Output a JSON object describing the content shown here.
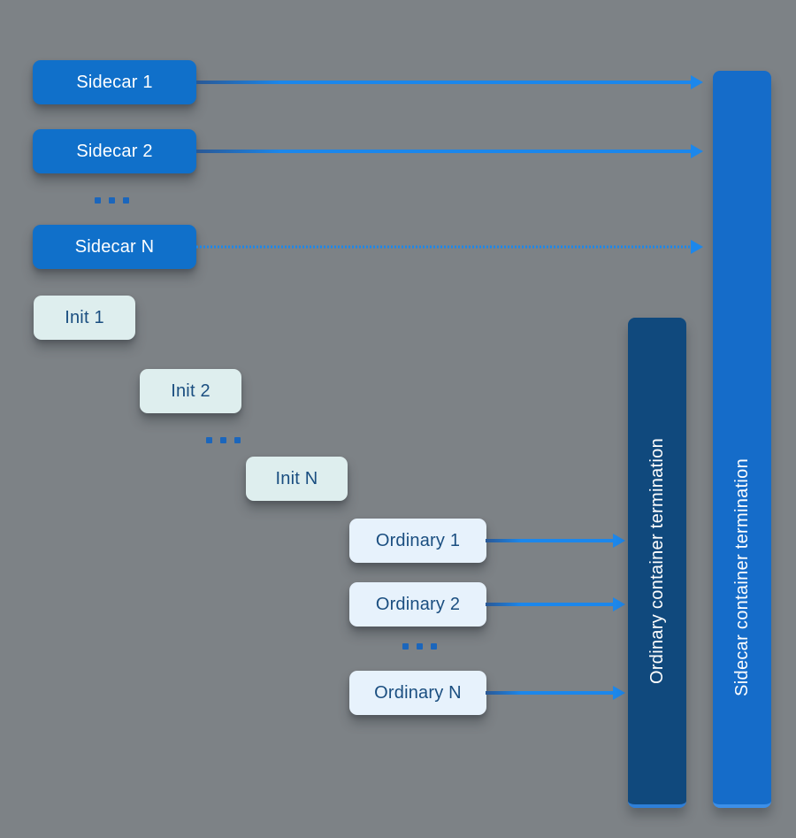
{
  "diagram": {
    "sidecars": [
      {
        "label": "Sidecar 1"
      },
      {
        "label": "Sidecar 2"
      },
      {
        "label": "Sidecar N"
      }
    ],
    "inits": [
      {
        "label": "Init 1"
      },
      {
        "label": "Init 2"
      },
      {
        "label": "Init N"
      }
    ],
    "ordinaries": [
      {
        "label": "Ordinary 1"
      },
      {
        "label": "Ordinary 2"
      },
      {
        "label": "Ordinary N"
      }
    ],
    "bars": {
      "ordinary_termination": {
        "label": "Ordinary container termination"
      },
      "sidecar_termination": {
        "label": "Sidecar container termination"
      }
    },
    "colors": {
      "background": "#7D8286",
      "sidecar_box": "#1070CA",
      "init_box": "#DEEEEE",
      "ordinary_box": "#E7F2FC",
      "dark_bar": "#10497D",
      "blue_bar": "#156CC9",
      "arrow": "#1C87EB",
      "dark_text": "#1A4E80",
      "dots": "#1B66BC"
    }
  }
}
